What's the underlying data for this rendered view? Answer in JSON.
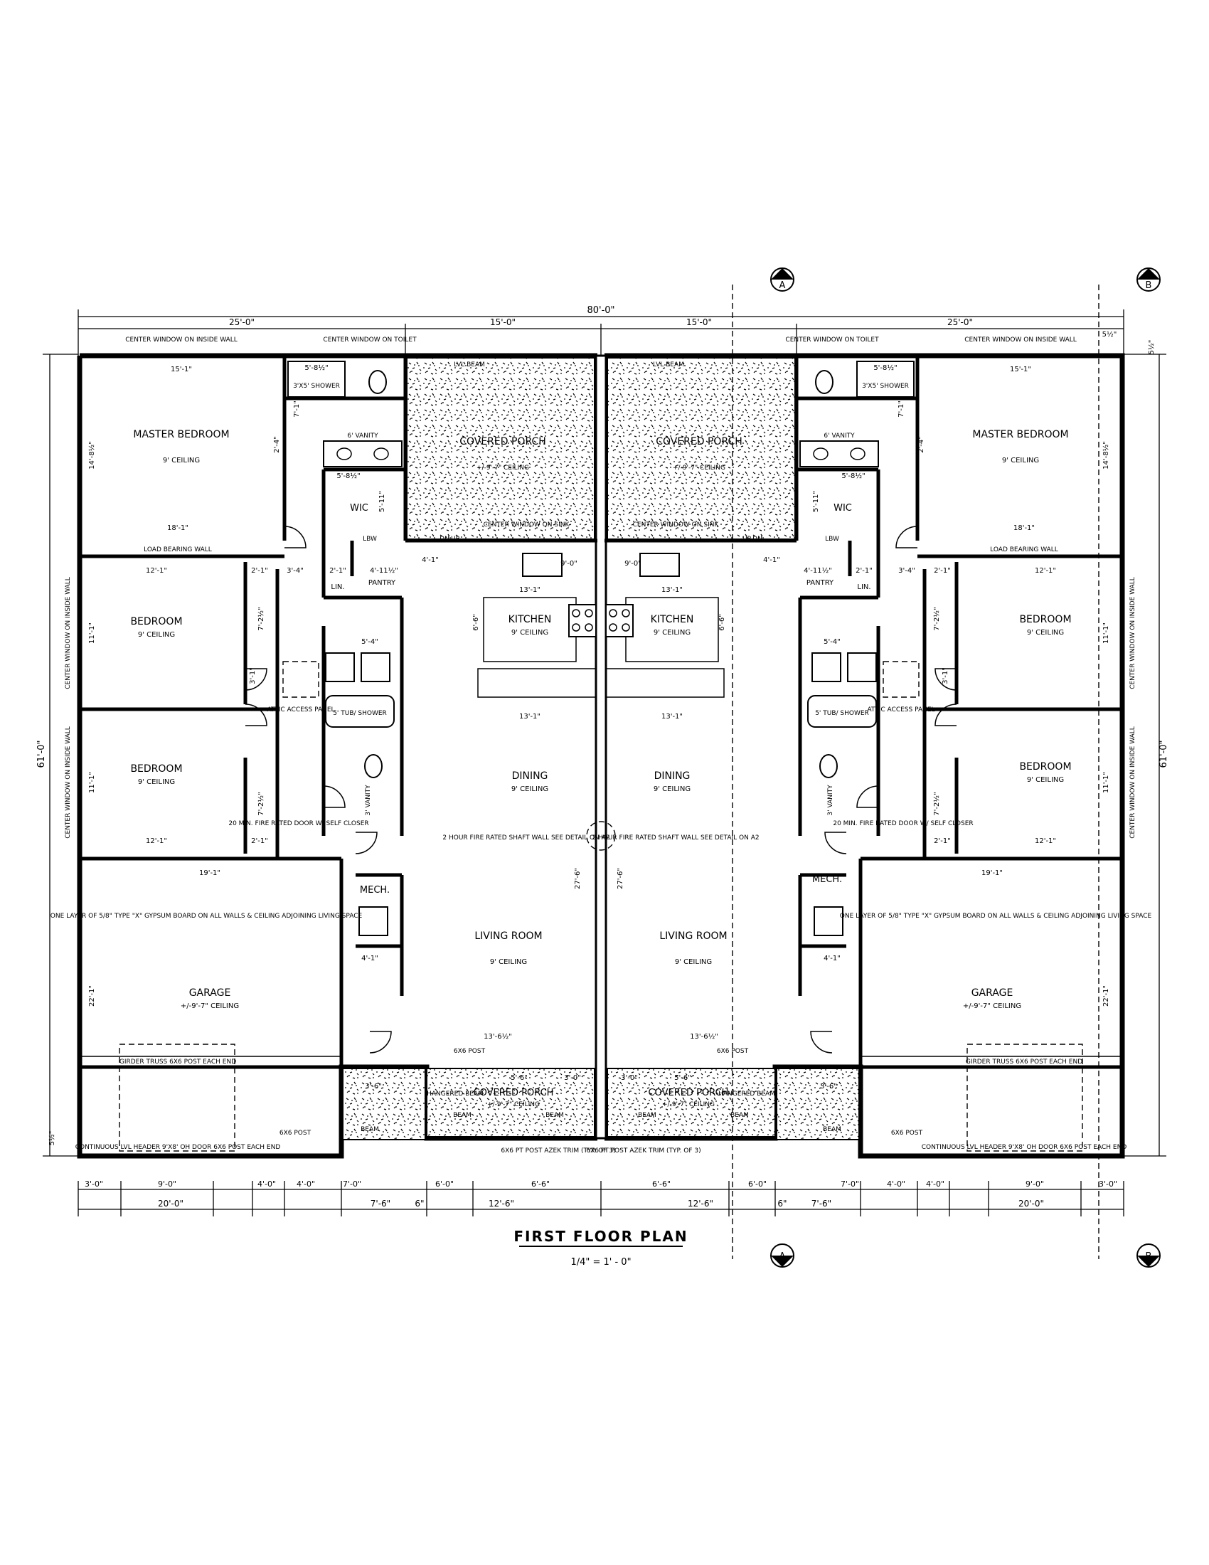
{
  "plan": {
    "title": "FIRST FLOOR PLAN",
    "scale": "1/4\" = 1' - 0\"",
    "section_markers": [
      "A",
      "B"
    ]
  },
  "dimensions": {
    "overall_width": "80'-0\"",
    "top_segments": [
      "25'-0\"",
      "15'-0\"",
      "15'-0\"",
      "25'-0\""
    ],
    "overall_depth": "61'-0\"",
    "small_offset": "5½\"",
    "bottom_row1": [
      "3'-0\"",
      "9'-0\"",
      "4'-0\"",
      "4'-0\"",
      "7'-0\"",
      "6'-0\"",
      "6'-6\"",
      "6'-6\"",
      "6'-0\"",
      "7'-0\"",
      "4'-0\"",
      "4'-0\"",
      "9'-0\"",
      "3'-0\""
    ],
    "bottom_row2": [
      "20'-0\"",
      "7'-6\"",
      "6\"",
      "12'-6\"",
      "12'-6\"",
      "6\"",
      "7'-6\"",
      "20'-0\""
    ]
  },
  "rooms": {
    "master_bedroom": "MASTER BEDROOM",
    "bedroom": "BEDROOM",
    "covered_porch": "COVERED PORCH",
    "kitchen": "KITCHEN",
    "dining": "DINING",
    "living_room": "LIVING ROOM",
    "garage": "GARAGE",
    "wic": "WIC",
    "mech": "MECH.",
    "pantry": "PANTRY",
    "lin": "LIN.",
    "ceiling_9": "9' CEILING",
    "ceiling_porch": "+/-9'-7\" CEILING",
    "ceiling_garage": "+/-9'-7\" CEILING"
  },
  "room_dims": {
    "master_width": "15'-1\"",
    "master_depth": "14'-8½\"",
    "master_bottom": "18'-1\"",
    "bed_width": "12'-1\"",
    "bed_depth": "11'-1\"",
    "closet_w": "2'-1\"",
    "closet_h": "7'-2½\"",
    "kitchen_w": "13'-1\"",
    "kitchen_d": "6'-6\"",
    "dining_w": "13'-1\"",
    "living_d": "27'-6\"",
    "living_bottom": "13'-6½\"",
    "garage_w": "19'-1\"",
    "garage_d": "22'-1\"",
    "porch_front_a": "5'-6\"",
    "porch_front_b": "3'-0\"",
    "porch_side": "3'-6\"",
    "shower_dim": "5'-8½\"",
    "vanity_dim": "5'-8½\"",
    "bath_dim": "5'-4\"",
    "hall_dim": "3'-4\"",
    "pantry_dim": "4'-11½\"",
    "wic_dim": "5'-11\"",
    "lin_dim": "2'-1\"",
    "mech_dim": "4'-1\"",
    "sink_dim": "9'-0\"",
    "small_a": "4'-1\"",
    "small_b": "2'-4\"",
    "small_c": "7'-1\"",
    "small_d": "3'-1\""
  },
  "fixtures": {
    "shower": "3'X5' SHOWER",
    "vanity_6": "6' VANITY",
    "tub": "5' TUB/ SHOWER",
    "vanity_3": "3' VANITY",
    "lbw": "LBW"
  },
  "notes": {
    "center_window_wall": "CENTER WINDOW ON INSIDE WALL",
    "center_window_toilet": "CENTER WINDOW ON TOILET",
    "center_window_sink": "CENTER WINDOW ON SINK",
    "lvl_beam": "LVL BEAM",
    "load_bearing_wall": "LOAD BEARING WALL",
    "attic_access": "ATTIC ACCESS PANEL",
    "fire_door": "20 MIN. FIRE RATED DOOR W/ SELF CLOSER",
    "shaft_wall": "2 HOUR FIRE RATED SHAFT WALL SEE DETAIL ON A2",
    "gypsum": "ONE LAYER OF 5/8\" TYPE \"X\" GYPSUM BOARD ON ALL WALLS & CEILING ADJOINING LIVING SPACE",
    "girder_truss": "GIRDER TRUSS 6X6 POST EACH END",
    "lvl_header": "CONTINUOUS LVL HEADER 9'X8' OH DOOR 6X6 POST EACH END",
    "post_6x6": "6X6 POST",
    "pt_post": "6X6 PT POST AZEK TRIM (TYP. OF 3)",
    "hangered_beam": "HANGERED BEAM",
    "beam": "BEAM",
    "dn": "DN",
    "up": "UP"
  }
}
